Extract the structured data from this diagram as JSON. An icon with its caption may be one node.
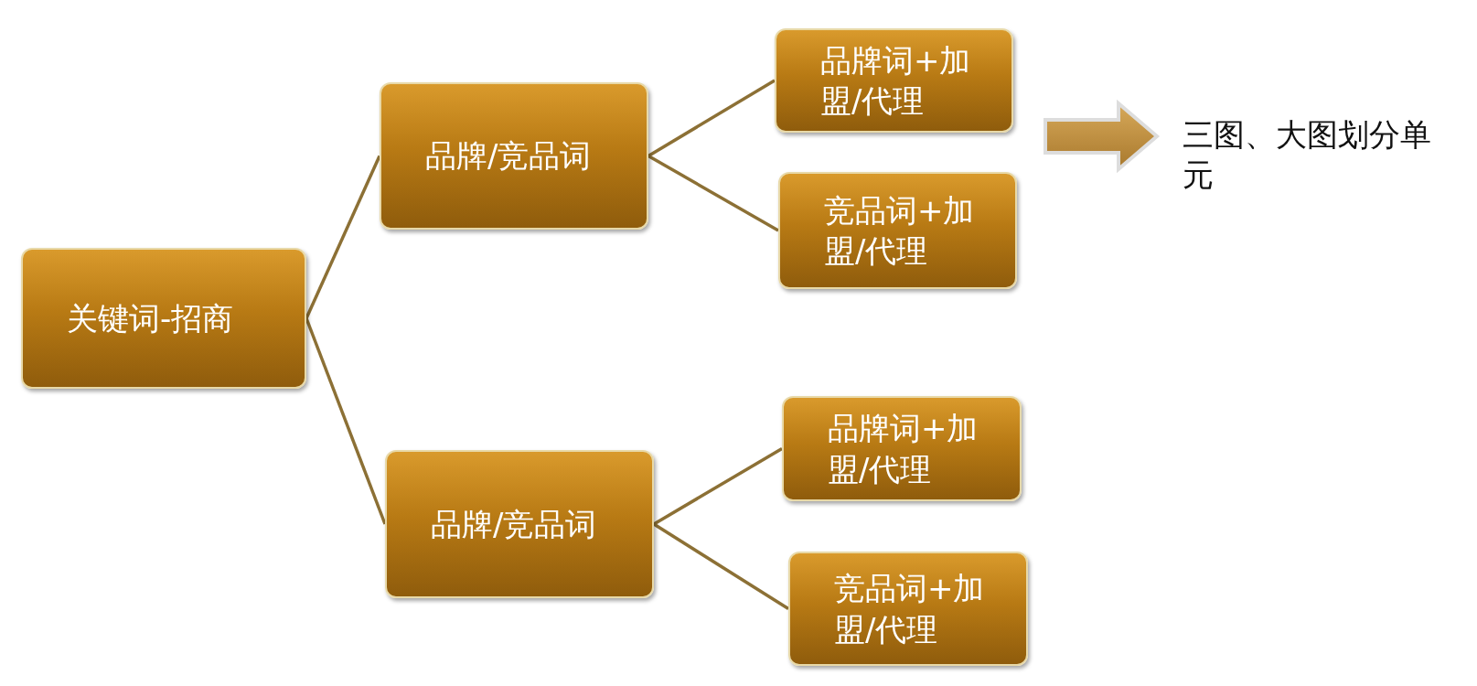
{
  "diagram": {
    "nodes": [
      {
        "text": [
          "关键词-招商"
        ]
      },
      {
        "text": [
          "品牌/竞品词"
        ]
      },
      {
        "text": [
          "品牌词+加盟/代理"
        ]
      },
      {
        "text": [
          "竞品词+加盟/代理"
        ]
      },
      {
        "text": [
          "品牌/竞品词"
        ]
      },
      {
        "text": [
          "品牌词+加盟/代理"
        ]
      },
      {
        "text": [
          "竞品词+加盟/代理"
        ]
      },
      {
        "text": [
          "三图、大图划分单元"
        ]
      }
    ],
    "edges": [
      {
        "from": 0,
        "to": 1,
        "arrow": "none"
      },
      {
        "from": 0,
        "to": 4,
        "arrow": "none"
      },
      {
        "from": 1,
        "to": 2,
        "arrow": "none"
      },
      {
        "from": 1,
        "to": 3,
        "arrow": "none"
      },
      {
        "from": 4,
        "to": 5,
        "arrow": "none"
      },
      {
        "from": 4,
        "to": 6,
        "arrow": "none"
      },
      {
        "from": null,
        "to": 7,
        "arrow": "to",
        "style": "thick"
      }
    ]
  }
}
